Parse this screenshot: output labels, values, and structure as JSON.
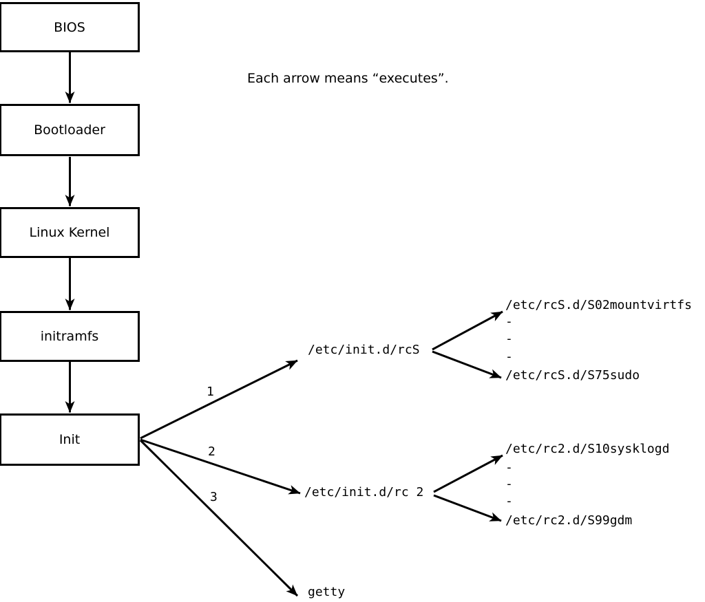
{
  "note": "Each arrow means “executes”.",
  "colors": {
    "ink": "#000000",
    "background": "#ffffff"
  },
  "chain": [
    {
      "label": "BIOS"
    },
    {
      "label": "Bootloader"
    },
    {
      "label": "Linux Kernel"
    },
    {
      "label": "initramfs"
    },
    {
      "label": "Init"
    }
  ],
  "init_branches": [
    {
      "order": "1",
      "target": "/etc/init.d/rcS"
    },
    {
      "order": "2",
      "target": "/etc/init.d/rc 2"
    },
    {
      "order": "3",
      "target": "getty"
    }
  ],
  "rcS_scripts": {
    "first": "/etc/rcS.d/S02mountvirtfs",
    "dashes": [
      "-",
      "-",
      "-"
    ],
    "last": "/etc/rcS.d/S75sudo"
  },
  "rc2_scripts": {
    "first": "/etc/rc2.d/S10sysklogd",
    "dashes": [
      "-",
      "-",
      "-"
    ],
    "last": "/etc/rc2.d/S99gdm"
  }
}
